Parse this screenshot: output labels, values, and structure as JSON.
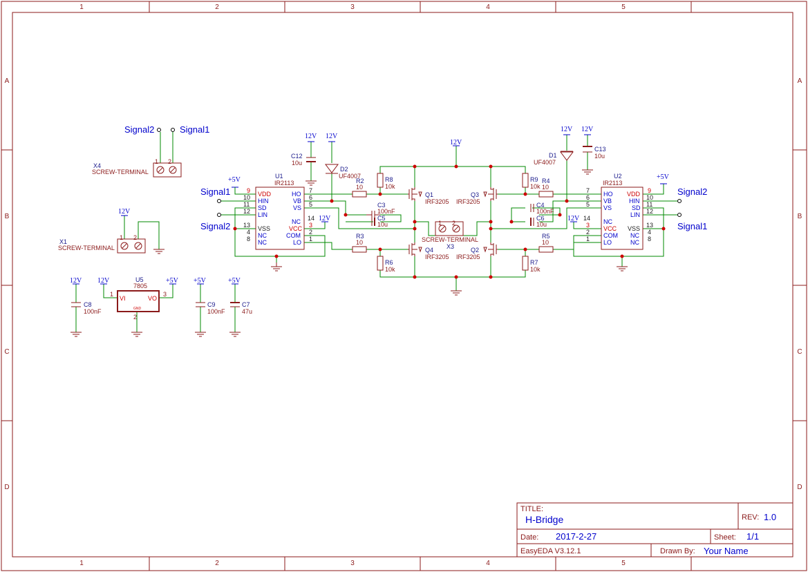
{
  "grid": {
    "columns": [
      "1",
      "2",
      "3",
      "4",
      "5"
    ],
    "rows": [
      "A",
      "B",
      "C",
      "D"
    ]
  },
  "title_block": {
    "title_label": "TITLE:",
    "title_value": "H-Bridge",
    "rev_label": "REV:",
    "rev_value": "1.0",
    "date_label": "Date:",
    "date_value": "2017-2-27",
    "sheet_label": "Sheet:",
    "sheet_value": "1/1",
    "tool": "EasyEDA V3.12.1",
    "drawn_label": "Drawn By:",
    "drawn_value": "Your Name"
  },
  "nets": {
    "signal1": "Signal1",
    "signal2": "Signal2",
    "v12": "12V",
    "v5": "+5V"
  },
  "components": {
    "U1": {
      "ref": "U1",
      "value": "IR2113"
    },
    "U2": {
      "ref": "U2",
      "value": "IR2113"
    },
    "U5": {
      "ref": "U5",
      "value": "7805"
    },
    "X1": {
      "ref": "X1",
      "value": "SCREW-TERMINAL"
    },
    "X3": {
      "ref": "X3",
      "value": "SCREW-TERMINAL"
    },
    "X4": {
      "ref": "X4",
      "value": "SCREW-TERMINAL"
    },
    "Q1": {
      "ref": "Q1",
      "value": "IRF3205"
    },
    "Q2": {
      "ref": "Q2",
      "value": "IRF3205"
    },
    "Q3": {
      "ref": "Q3",
      "value": "IRF3205"
    },
    "Q4": {
      "ref": "Q4",
      "value": "IRF3205"
    },
    "D1": {
      "ref": "D1",
      "value": "UF4007"
    },
    "D2": {
      "ref": "D2",
      "value": "UF4007"
    },
    "R2": {
      "ref": "R2",
      "value": "10"
    },
    "R3": {
      "ref": "R3",
      "value": "10"
    },
    "R4": {
      "ref": "R4",
      "value": "10"
    },
    "R5": {
      "ref": "R5",
      "value": "10"
    },
    "R6": {
      "ref": "R6",
      "value": "10k"
    },
    "R7": {
      "ref": "R7",
      "value": "10k"
    },
    "R8": {
      "ref": "R8",
      "value": "10k"
    },
    "R9": {
      "ref": "R9",
      "value": "10k"
    },
    "C3": {
      "ref": "C3",
      "value": "100nF"
    },
    "C4": {
      "ref": "C4",
      "value": "100nF"
    },
    "C5": {
      "ref": "C5",
      "value": "10u"
    },
    "C6": {
      "ref": "C6",
      "value": "10u"
    },
    "C7": {
      "ref": "C7",
      "value": "47u"
    },
    "C8": {
      "ref": "C8",
      "value": "100nF"
    },
    "C9": {
      "ref": "C9",
      "value": "100nF"
    },
    "C12": {
      "ref": "C12",
      "value": "10u"
    },
    "C13": {
      "ref": "C13",
      "value": "10u"
    }
  },
  "ic_pins": {
    "left": [
      "VDD",
      "HIN",
      "SD",
      "LIN",
      "VSS",
      "NC",
      "NC"
    ],
    "left_nums": [
      "9",
      "10",
      "11",
      "12",
      "13",
      "4",
      "8"
    ],
    "right": [
      "HO",
      "VB",
      "VS",
      "NC",
      "VCC",
      "COM",
      "LO"
    ],
    "right_nums": [
      "7",
      "6",
      "5",
      "14",
      "3",
      "2",
      "1"
    ]
  },
  "reg_pins": {
    "vi": "VI",
    "vo": "VO",
    "gnd": "GND",
    "n1": "1",
    "n2": "2",
    "n3": "3"
  },
  "term_pins": {
    "p1": "1",
    "p2": "2"
  }
}
